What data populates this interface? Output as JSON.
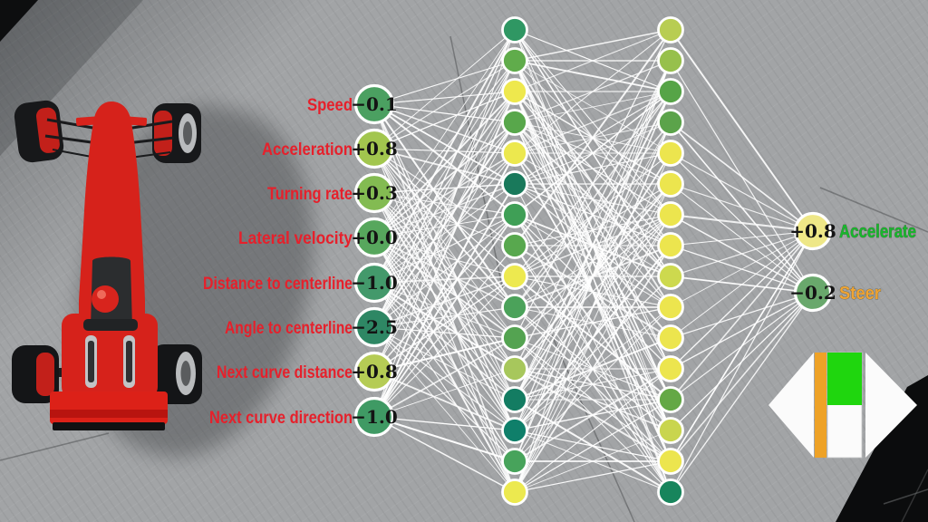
{
  "network": {
    "input_layer": {
      "label_color": "#e6202b",
      "value_color": "#141414",
      "nodes": [
        {
          "label": "Speed",
          "value": "−0.1",
          "color": "#4ba061"
        },
        {
          "label": "Acceleration",
          "value": "+0.8",
          "color": "#a2c64e"
        },
        {
          "label": "Turning rate",
          "value": "+0.3",
          "color": "#83bb52"
        },
        {
          "label": "Lateral velocity",
          "value": "+0.0",
          "color": "#57a75d"
        },
        {
          "label": "Distance to centerline",
          "value": "−1.0",
          "color": "#43996b"
        },
        {
          "label": "Angle to centerline",
          "value": "−2.5",
          "color": "#2e8764"
        },
        {
          "label": "Next curve distance",
          "value": "+0.8",
          "color": "#b5cc55"
        },
        {
          "label": "Next curve direction",
          "value": "−1.0",
          "color": "#3f9a64"
        }
      ]
    },
    "hidden_layers": [
      {
        "colors": [
          "#2f9763",
          "#60ac4b",
          "#eee84d",
          "#58a74b",
          "#ece84e",
          "#19795b",
          "#3f9f56",
          "#58a84e",
          "#ede94f",
          "#4ba25a",
          "#54a351",
          "#a7c75c",
          "#137c62",
          "#0f7f6a",
          "#47a35b",
          "#ece94f"
        ]
      },
      {
        "colors": [
          "#b8cd52",
          "#97c04c",
          "#56a447",
          "#5ba34a",
          "#ece54e",
          "#ece54e",
          "#ece54e",
          "#ece54e",
          "#cdd94e",
          "#ece54e",
          "#ece54e",
          "#ece54e",
          "#64a845",
          "#c9d54e",
          "#ece54e",
          "#17855c"
        ]
      }
    ],
    "output_layer": {
      "value_color": "#141414",
      "nodes": [
        {
          "value": "+0.8",
          "label": "Accelerate",
          "color": "#eee787",
          "label_color": "#17b82c"
        },
        {
          "value": "−0.2",
          "label": "Steer",
          "color": "#69a86c",
          "label_color": "#f0a433"
        }
      ]
    },
    "connection_color": "#ffffff",
    "node_ring_color": "#ffffff"
  },
  "hud": {
    "arrow_color": "#fbfbfb",
    "steer_bar_color": "#eea227",
    "throttle_fill_color": "#1fd60e",
    "gauge_bg_color": "#fbfbfb"
  },
  "scene": {
    "asphalt_color": "#a2a4a6",
    "car_color": "#d6221b"
  }
}
